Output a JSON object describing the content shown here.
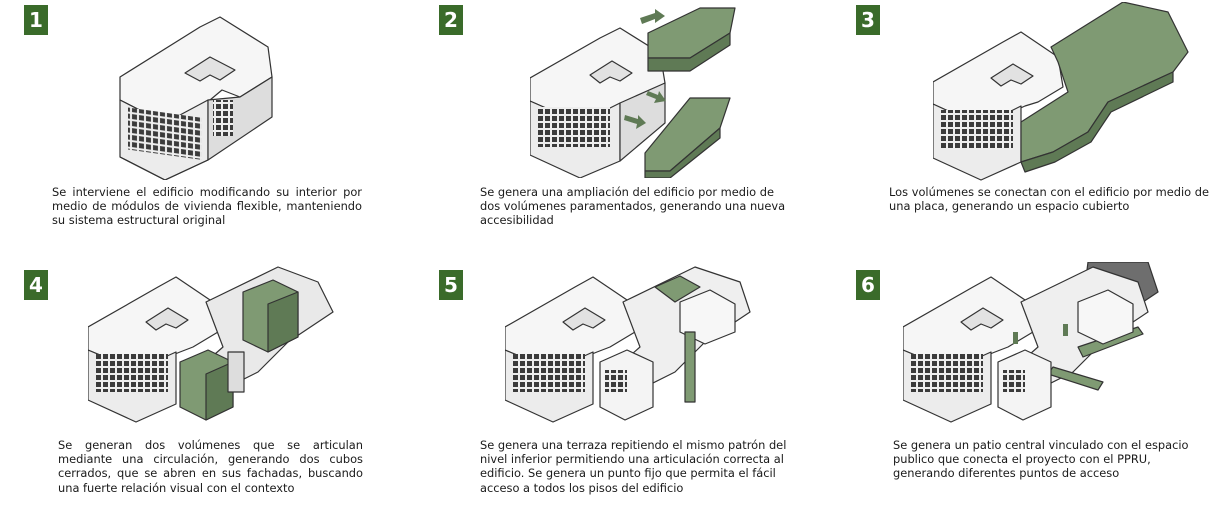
{
  "colors": {
    "badge": "#3a6b2a",
    "new_volume": "#7f9a73",
    "new_volume_dark": "#5f7a55",
    "building": "#f4f4f4",
    "outline": "#333333"
  },
  "steps": [
    {
      "number": "1",
      "text": "Se interviene el edificio modificando su interior por medio de módulos de vivienda flexible, manteniendo su sistema estructural original"
    },
    {
      "number": "2",
      "text": "Se genera una ampliación del edificio por medio de dos volúmenes paramentados, generando una nueva accesibilidad"
    },
    {
      "number": "3",
      "text": "Los volúmenes se conectan con el edificio por medio de una placa, generando un espacio cubierto"
    },
    {
      "number": "4",
      "text": "Se generan dos volúmenes que se articulan mediante una circulación, generando dos cubos cerrados, que se abren en sus fachadas, buscando una fuerte relación visual con el contexto"
    },
    {
      "number": "5",
      "text": "Se genera una terraza repitiendo el mismo patrón del nivel inferior permitiendo una articulación correcta al edificio. Se genera un punto fijo que permita el fácil acceso a todos los pisos del edificio"
    },
    {
      "number": "6",
      "text": "Se genera un patio central vinculado con el espacio publico que conecta el proyecto con el PPRU, generando diferentes puntos de acceso"
    }
  ]
}
